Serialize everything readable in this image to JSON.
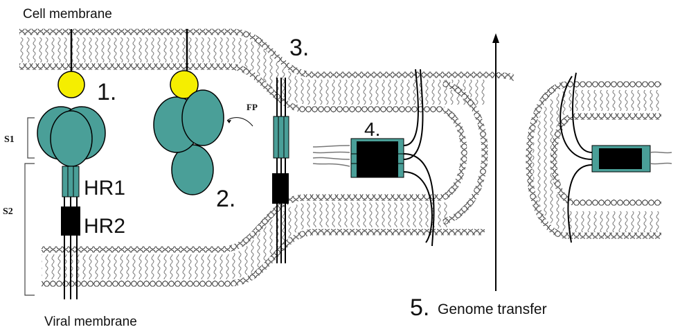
{
  "labels": {
    "cell_membrane": "Cell membrane",
    "viral_membrane": "Viral membrane",
    "s1": "S1",
    "s2": "S2",
    "hr1": "HR1",
    "hr2": "HR2",
    "fp": "FP",
    "step1": "1.",
    "step2": "2.",
    "step3": "3.",
    "step4": "4.",
    "step5_number": "5.",
    "step5_text": "Genome transfer"
  },
  "colors": {
    "receptor": "#f5ee00",
    "spike_domain": "#4a9f98",
    "hr2_block": "#000000",
    "lipid_head_fill": "#ffffff",
    "outline": "#000000"
  },
  "icons": {
    "stage_arrow": "up-arrow-icon"
  }
}
